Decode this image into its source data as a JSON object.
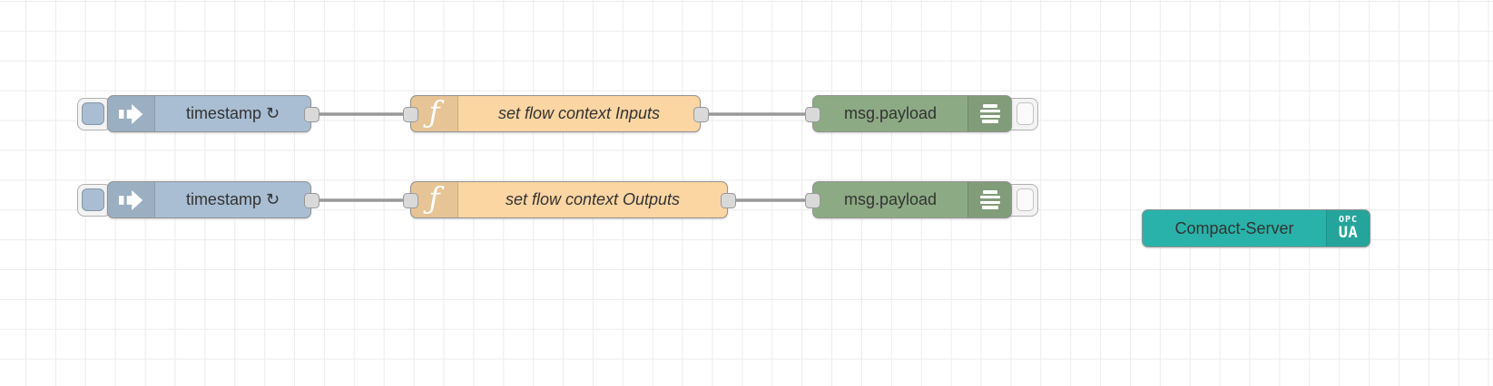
{
  "app": "node-red-flow-editor",
  "colors": {
    "canvas_bg": "#ffffff",
    "grid_line": "#ececec",
    "inject_fill": "#a9bed3",
    "function_fill": "#fbd5a2",
    "debug_fill": "#8caa83",
    "server_fill": "#29b2a9",
    "node_border": "#929292",
    "wire": "#999999",
    "port_fill": "#d9d9d9",
    "port_border": "#999999",
    "label": "#333333"
  },
  "icons": {
    "inject": "arrow-right-icon",
    "function_glyph": "ƒ",
    "debug": "list-lines-icon"
  },
  "nodes": {
    "inject1": {
      "type": "inject",
      "label": "timestamp ↻"
    },
    "function1": {
      "type": "function",
      "label": "set flow context Inputs"
    },
    "debug1": {
      "type": "debug",
      "label": "msg.payload"
    },
    "inject2": {
      "type": "inject",
      "label": "timestamp ↻"
    },
    "function2": {
      "type": "function",
      "label": "set flow context Outputs"
    },
    "debug2": {
      "type": "debug",
      "label": "msg.payload"
    },
    "server": {
      "type": "opcua-compact-server",
      "label": "Compact-Server",
      "badge_line1": "OPC",
      "badge_line2": "UA"
    }
  },
  "wires": [
    {
      "from": "inject1",
      "to": "function1"
    },
    {
      "from": "function1",
      "to": "debug1"
    },
    {
      "from": "inject2",
      "to": "function2"
    },
    {
      "from": "function2",
      "to": "debug2"
    }
  ]
}
